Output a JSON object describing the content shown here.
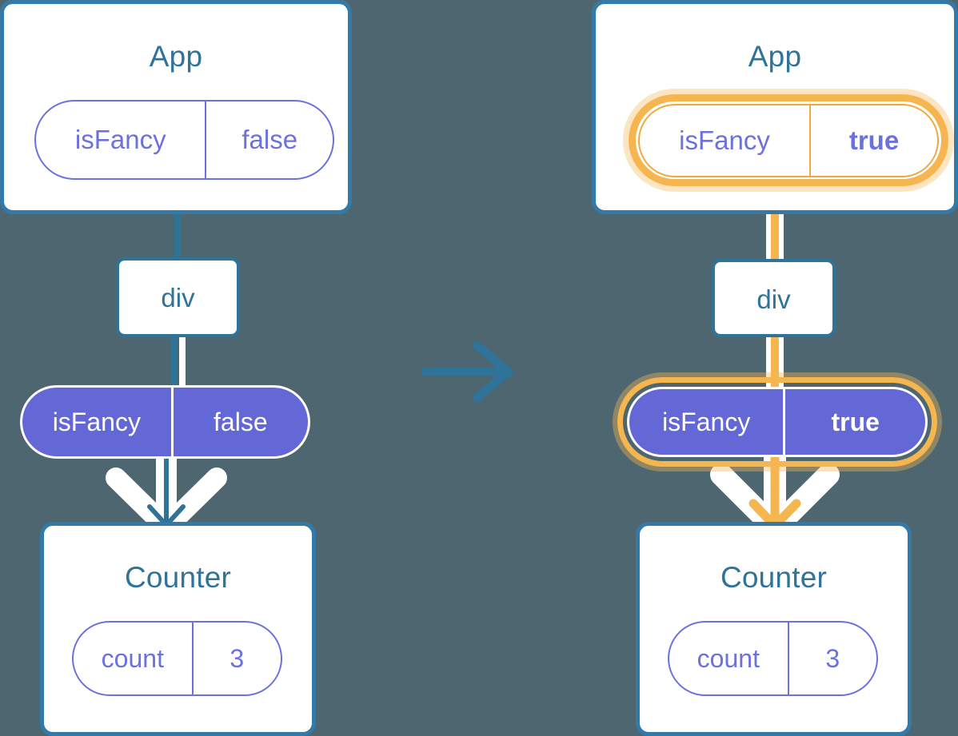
{
  "diagram": {
    "title": "React state propagation before and after toggling isFancy",
    "type": "state-flow-comparison",
    "background_color": "#4d6670",
    "colors": {
      "box_border": "#2f7399",
      "box_title_text": "#2f7399",
      "pill_outline": "#6b71dd",
      "pill_filled_bg": "#6368d6",
      "pill_filled_text": "#ffffff",
      "highlight": "#f6b64f",
      "highlight_glow": "#fbe3bd",
      "arrow_white": "#ffffff",
      "transition_arrow": "#2f7399"
    },
    "transition_arrow_icon": "arrow-right-icon"
  },
  "before": {
    "app": {
      "title": "App",
      "state": {
        "key": "isFancy",
        "value": "false",
        "highlighted": false,
        "style": "outline"
      }
    },
    "div": {
      "label": "div"
    },
    "prop": {
      "key": "isFancy",
      "value": "false",
      "highlighted": false,
      "style": "filled"
    },
    "counter": {
      "title": "Counter",
      "state": {
        "key": "count",
        "value": "3",
        "highlighted": false,
        "style": "outline"
      }
    },
    "sparkles": false
  },
  "after": {
    "app": {
      "title": "App",
      "state": {
        "key": "isFancy",
        "value": "true",
        "highlighted": true,
        "style": "outline"
      }
    },
    "div": {
      "label": "div"
    },
    "prop": {
      "key": "isFancy",
      "value": "true",
      "highlighted": true,
      "style": "filled"
    },
    "counter": {
      "title": "Counter",
      "state": {
        "key": "count",
        "value": "3",
        "highlighted": false,
        "style": "outline"
      }
    },
    "sparkles": true,
    "sparkle_icon": "sparkle-star-icon"
  }
}
